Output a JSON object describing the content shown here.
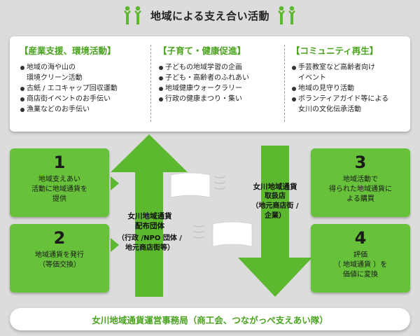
{
  "header": {
    "title": "地域による支え合い活動",
    "icon_left": "people-group-icon",
    "icon_right": "people-group-icon"
  },
  "categories": [
    {
      "heading": "【産業支援、環境活動】",
      "items": [
        "地域の海や山の",
        "環境クリーン活動",
        "古紙 / エコキャップ回収運動",
        "商店街イベントのお手伝い",
        "漁業などのお手伝い"
      ],
      "bullets": [
        true,
        false,
        true,
        true,
        true
      ]
    },
    {
      "heading": "【子育て・健康促進】",
      "items": [
        "子どもの地域学習の企画",
        "子ども・高齢者のふれあい",
        "地域健康ウォークラリー",
        "行政の健康まつり・集い"
      ],
      "bullets": [
        true,
        true,
        true,
        true
      ]
    },
    {
      "heading": "【コミュニティ再生】",
      "items": [
        "手芸教室など高齢者向け",
        "イベント",
        "地域の見守り活動",
        "ボランティアガイド等による",
        "女川の文化伝承活動"
      ],
      "bullets": [
        true,
        false,
        true,
        true,
        false
      ]
    }
  ],
  "steps": [
    {
      "num": "1",
      "text": "地域支えあい\n活動に地域通貨を\n提供"
    },
    {
      "num": "2",
      "text": "地域通貨を発行\n（等価交換）"
    },
    {
      "num": "3",
      "text": "地域活動で\n得られた地域通貨に\nよる購買"
    },
    {
      "num": "4",
      "text": "評価\n（ 地域通貨 ）を\n価値に変換"
    }
  ],
  "distributor": {
    "title": "女川地域通貨\n配布団体",
    "sub": "（行政 /NPO 団体 /\n地元商店街等）"
  },
  "store": {
    "title": "女川地域通貨",
    "sub": "取扱店\n（地元商店街 /\n企業）"
  },
  "footer": {
    "text": "女川地域通貨運営事務局（商工会、つながっぺ支えあい隊）"
  },
  "colors": {
    "green": "#5cb82e",
    "green_text": "#4aa320",
    "background": "#dcdcdc"
  }
}
